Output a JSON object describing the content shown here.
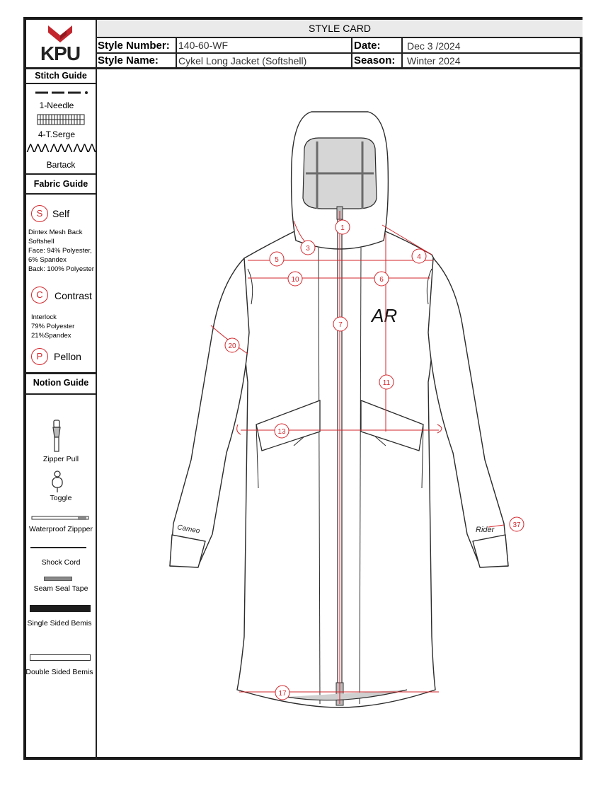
{
  "header": {
    "card_title": "STYLE CARD",
    "style_number_label": "Style Number:",
    "style_number": "140-60-WF",
    "style_name_label": "Style Name:",
    "style_name": "Cykel Long Jacket (Softshell)",
    "date_label": "Date:",
    "date": "Dec 3 /2024",
    "season_label": "Season:",
    "season": "Winter 2024"
  },
  "logo": {
    "text": "KPU",
    "color": "#c4262e"
  },
  "stitch_guide": {
    "heading": "Stitch Guide",
    "items": [
      "1-Needle",
      "4-T.Serge",
      "Bartack"
    ],
    "bartack_glyph": "ΛΛΛ ΛΛΛ ΛΛΛ"
  },
  "fabric_guide": {
    "heading": "Fabric Guide",
    "self": {
      "symbol": "S",
      "name": "Self",
      "lines": [
        "Dintex Mesh Back",
        "Softshell",
        "Face: 94% Polyester,",
        "6% Spandex",
        "Back: 100% Polyester"
      ]
    },
    "contrast": {
      "symbol": "C",
      "name": "Contrast",
      "lines": [
        "Interlock",
        "79% Polyester",
        "21%Spandex"
      ]
    },
    "pellon": {
      "symbol": "P",
      "name": "Pellon"
    }
  },
  "notion_guide": {
    "heading": "Notion Guide",
    "items": [
      "Zipper Pull",
      "Toggle",
      "Waterproof Zippper",
      "Shock Cord",
      "Seam Seal Tape",
      "Single Sided Bemis",
      "Double Sided Bemis"
    ]
  },
  "measurement_points": [
    "1",
    "3",
    "4",
    "5",
    "6",
    "7",
    "10",
    "11",
    "13",
    "17",
    "20",
    "37"
  ],
  "embroidery": {
    "left_cuff": "Cameo",
    "right_cuff": "Rider",
    "chest": "AR"
  },
  "colors": {
    "measure_red": "#d3262b",
    "outline": "#2b2b2b",
    "hood_fill": "#d6d6d6"
  }
}
